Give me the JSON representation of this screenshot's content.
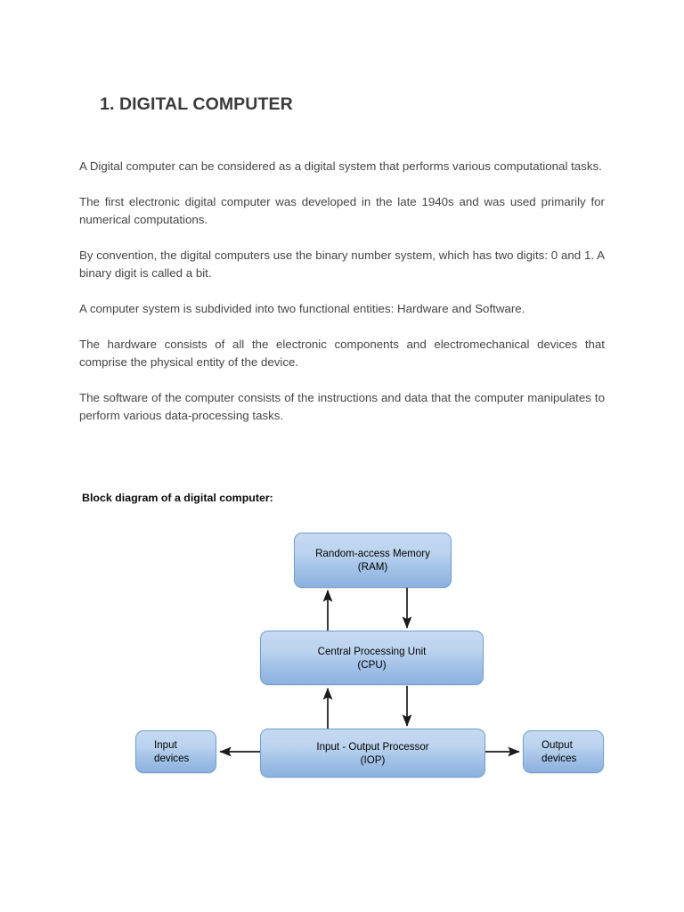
{
  "document": {
    "title": "1. DIGITAL COMPUTER",
    "paragraphs": [
      "A Digital computer can be considered as a digital system that performs various computational tasks.",
      "The first electronic digital computer was developed in the late 1940s and was used primarily for numerical computations.",
      "By convention, the digital computers use the binary number system, which has two digits: 0 and 1. A binary digit is called a bit.",
      "A computer system is subdivided into two functional entities: Hardware and Software.",
      "The hardware consists of all the electronic components and electromechanical devices that comprise the physical entity of the device.",
      "The software of the computer consists of the instructions and data that the computer manipulates to perform various data-processing tasks."
    ]
  },
  "diagram": {
    "caption": "Block diagram of a digital computer:",
    "nodes": [
      {
        "id": "ram",
        "line1": "Random-access Memory",
        "line2": "(RAM)"
      },
      {
        "id": "cpu",
        "line1": "Central Processing Unit",
        "line2": "(CPU)"
      },
      {
        "id": "iop",
        "line1": "Input - Output Processor",
        "line2": "(IOP)"
      },
      {
        "id": "input",
        "line1": "Input",
        "line2": "devices"
      },
      {
        "id": "output",
        "line1": "Output",
        "line2": "devices"
      }
    ],
    "connections": [
      {
        "from": "cpu",
        "to": "ram",
        "direction": "up"
      },
      {
        "from": "ram",
        "to": "cpu",
        "direction": "down"
      },
      {
        "from": "iop",
        "to": "cpu",
        "direction": "up"
      },
      {
        "from": "cpu",
        "to": "iop",
        "direction": "down"
      },
      {
        "from": "iop",
        "to": "input",
        "direction": "left"
      },
      {
        "from": "iop",
        "to": "output",
        "direction": "right"
      }
    ],
    "colors": {
      "node_fill_top": "#c6daf1",
      "node_fill_bottom": "#8cb2e0",
      "node_border": "#6f9fd0",
      "arrow": "#1a1a1a",
      "node_text": "#000000"
    }
  }
}
